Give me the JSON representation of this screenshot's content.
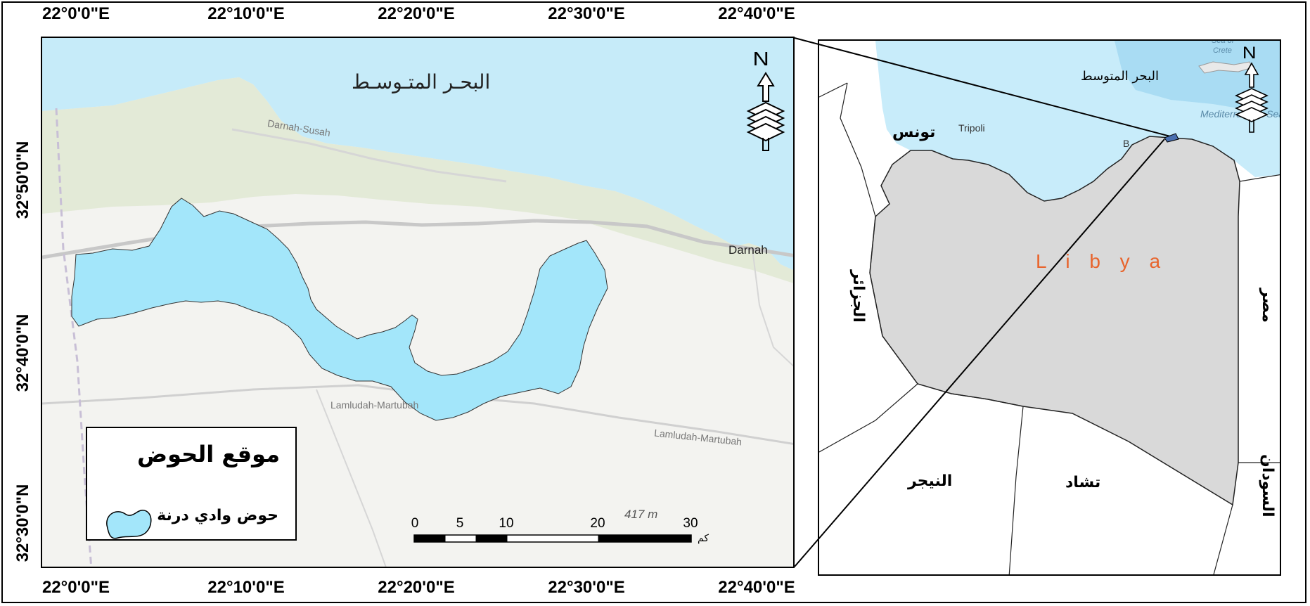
{
  "graticule": {
    "top_ticks": [
      "22°0'0\"E",
      "22°10'0\"E",
      "22°20'0\"E",
      "22°30'0\"E",
      "22°40'0\"E"
    ],
    "bottom_ticks": [
      "22°0'0\"E",
      "22°10'0\"E",
      "22°20'0\"E",
      "22°30'0\"E",
      "22°40'0\"E"
    ],
    "left_ticks": [
      "32°50'0\"N",
      "32°40'0\"N",
      "32°30'0\"N"
    ]
  },
  "main_map": {
    "sea_label": "البحـر المتـوسـط",
    "road_labels": [
      "Darnah-Susah",
      "Lamludah-Martubah",
      "Lamludah-Martubah"
    ],
    "city_label": "Darnah",
    "elevation_label": "417 m",
    "north_letter": "N",
    "basin_color": "#a3e6fa",
    "sea_color": "#c6ebf9"
  },
  "legend": {
    "title": "موقع الحوض",
    "item_label": "حوض وادي درنة"
  },
  "scale_bar": {
    "ticks": [
      "0",
      "5",
      "10",
      "20",
      "30"
    ],
    "unit": "كم"
  },
  "inset_map": {
    "sea_label": "البحر المتوسط",
    "country_name": "L i b y a",
    "tunisia": "تونس",
    "algeria": "الجزائر",
    "egypt": "مصر",
    "sudan": "السودان",
    "niger": "النيجر",
    "chad": "تشاد",
    "tripoli": "Tripoli",
    "benghazi_initial": "B",
    "crete": "Crete",
    "sea_of_crete": "Sea of",
    "mediterranean_en": "Mediterranean Sea",
    "north_letter": "N",
    "libya_color": "#d9d9d9",
    "libya_label_color": "#e8642c"
  }
}
